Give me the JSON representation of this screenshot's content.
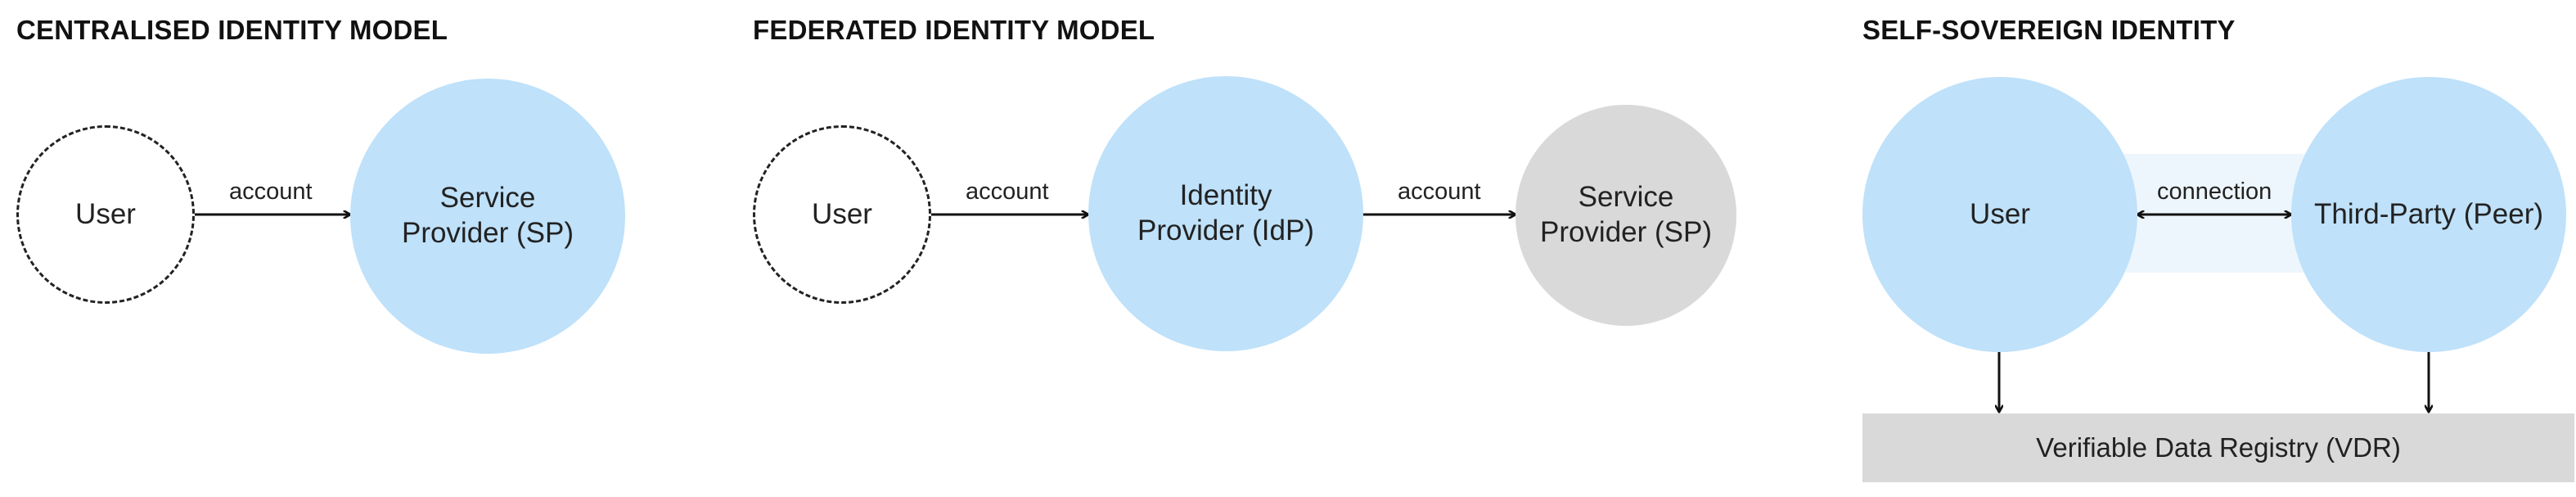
{
  "centralised": {
    "title": "CENTRALISED IDENTITY MODEL",
    "user": "User",
    "edge_label": "account",
    "sp_line1": "Service",
    "sp_line2": "Provider (SP)"
  },
  "federated": {
    "title": "FEDERATED IDENTITY MODEL",
    "user": "User",
    "edge1_label": "account",
    "idp_line1": "Identity",
    "idp_line2": "Provider (IdP)",
    "edge2_label": "account",
    "sp_line1": "Service",
    "sp_line2": "Provider (SP)"
  },
  "ssi": {
    "title": "SELF-SOVEREIGN IDENTITY",
    "user": "User",
    "edge_label": "connection",
    "peer": "Third-Party (Peer)",
    "registry": "Verifiable Data Registry (VDR)"
  },
  "colors": {
    "blue_node": "#bfe1fa",
    "grey_node": "#d9d9d9",
    "connection_band": "#eef6fd",
    "stroke": "#111111"
  }
}
